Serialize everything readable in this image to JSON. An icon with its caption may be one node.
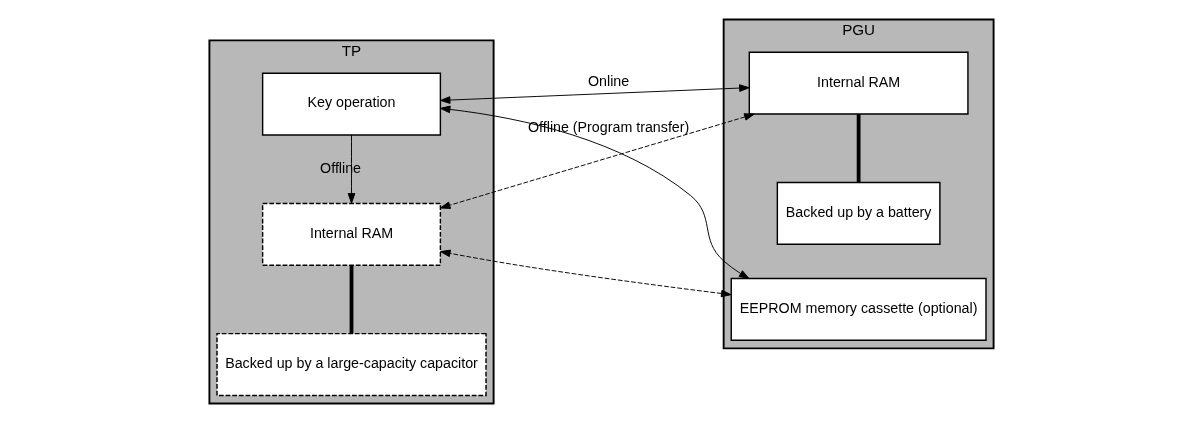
{
  "diagram": {
    "nodes": [
      {
        "text": [
          "TP"
        ]
      },
      {
        "text": [
          "Key operation"
        ],
        "in": 0
      },
      {
        "text": [
          "Internal RAM"
        ],
        "in": 0
      },
      {
        "text": [
          "Backed up by a large-capacity capacitor"
        ],
        "in": 0
      },
      {
        "text": [
          "PGU"
        ]
      },
      {
        "text": [
          "Internal RAM"
        ],
        "in": 4
      },
      {
        "text": [
          "EEPROM memory cassette (optional)"
        ],
        "in": 4
      },
      {
        "text": [
          "Backed up by a battery"
        ],
        "in": 4
      }
    ],
    "edges": [
      {
        "from": 1,
        "to": 2,
        "arrow": "to",
        "label": "Offline"
      },
      {
        "from": 1,
        "to": 5,
        "arrow": "both",
        "label": "Online"
      },
      {
        "from": 1,
        "to": 6,
        "arrow": "both"
      },
      {
        "from": 5,
        "to": 2,
        "arrow": "both",
        "style": "dashed",
        "label": "Offline (Program transfer)"
      },
      {
        "from": 6,
        "to": 2,
        "arrow": "both",
        "style": "dashed"
      },
      {
        "from": 2,
        "to": 3,
        "arrow": "none",
        "style": "thick"
      },
      {
        "from": 5,
        "to": 7,
        "arrow": "none",
        "style": "thick"
      }
    ]
  }
}
